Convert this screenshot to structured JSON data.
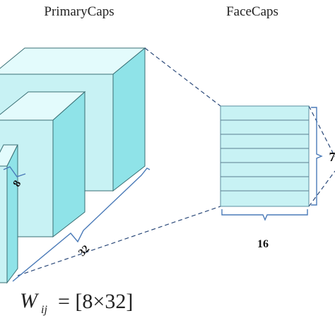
{
  "labels": {
    "primary_caps": "PrimaryCaps",
    "face_caps": "FaceCaps",
    "dim_8": "8",
    "dim_32": "32",
    "dim_16": "16",
    "dim_7": "7"
  },
  "equation": {
    "lhs": "W",
    "subscript": "ij",
    "rhs": "= [8×32]"
  },
  "colors": {
    "cube_front": "#c8f2f4",
    "cube_top": "#e3fbfc",
    "cube_side": "#8fe3e8",
    "dashed_lines": "#2c4a7a",
    "braces": "#4a7ab8"
  }
}
